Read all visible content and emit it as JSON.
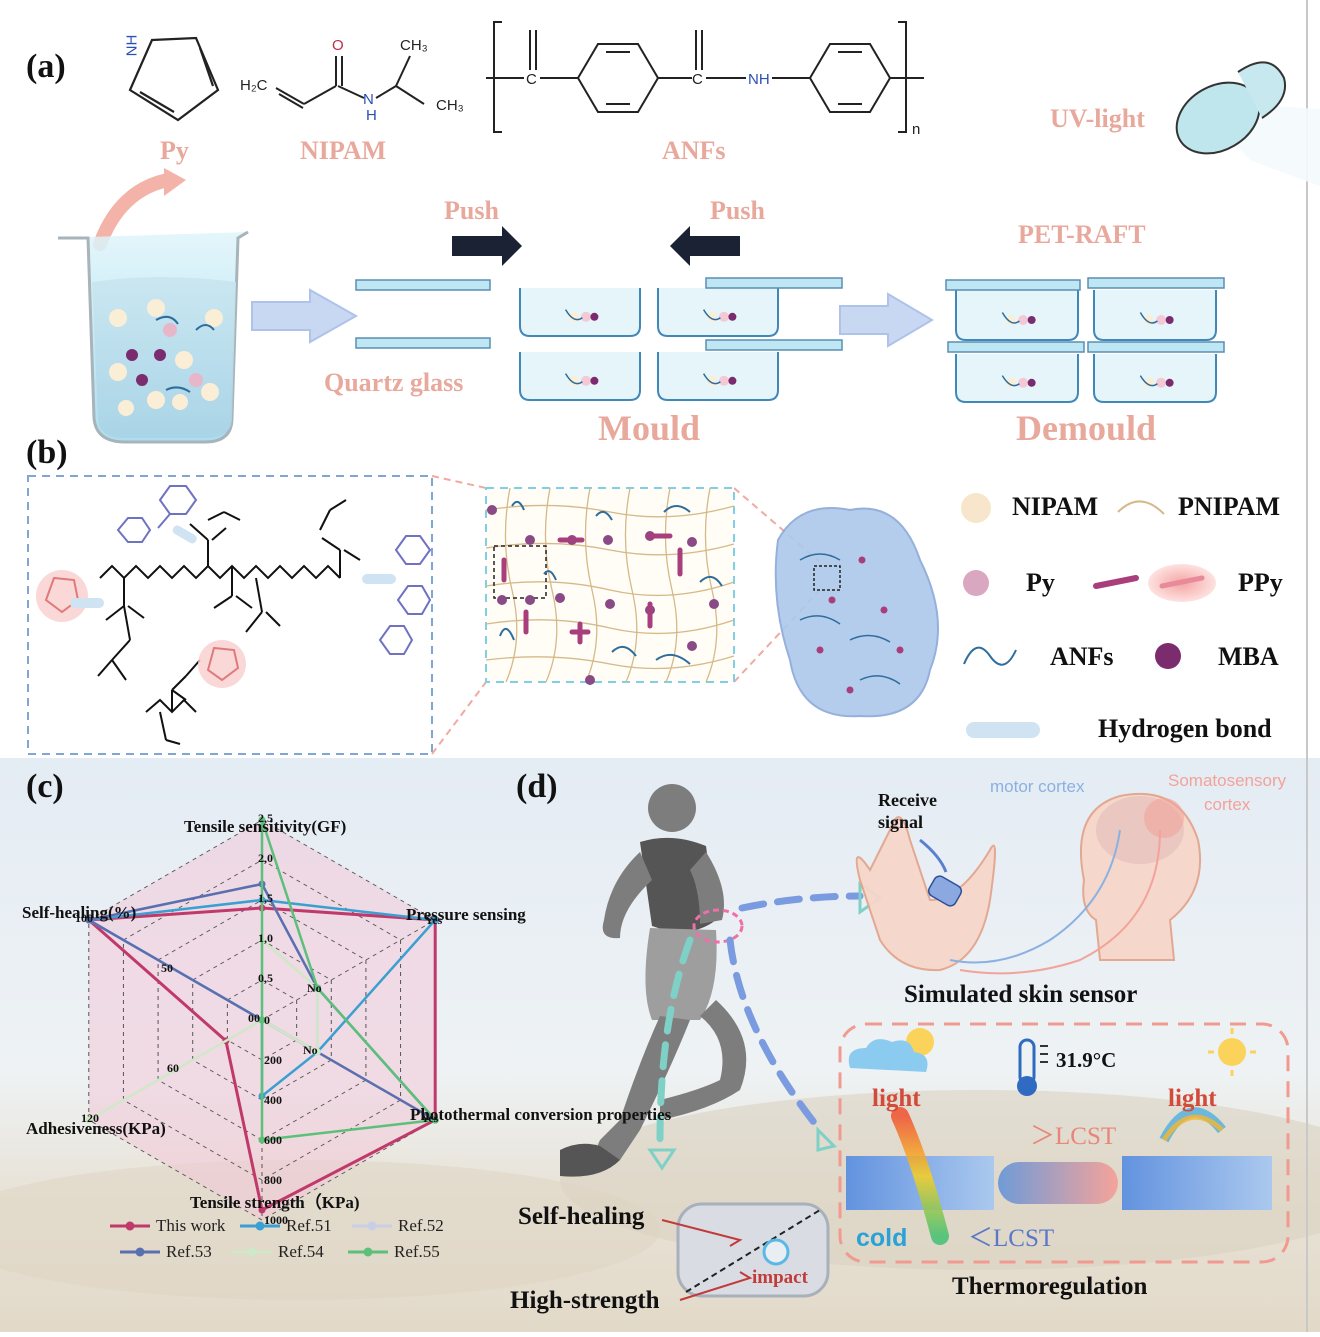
{
  "panels": {
    "a": "(a)",
    "b": "(b)",
    "c": "(c)",
    "d": "(d)"
  },
  "panel_a": {
    "monomers": {
      "py": "Py",
      "nipam": "NIPAM",
      "anfs": "ANFs"
    },
    "chem": {
      "nh": "NH",
      "h2c": "H₂C",
      "o": "O",
      "n": "N",
      "h": "H",
      "ch3a": "CH₃",
      "ch3b": "CH₃",
      "c1": "C",
      "c2": "C",
      "nh2": "NH",
      "n_sub": "n"
    },
    "uv_light": "UV-light",
    "push_left": "Push",
    "push_right": "Push",
    "pet_raft": "PET-RAFT",
    "quartz_glass": "Quartz glass",
    "mould": "Mould",
    "demould": "Demould"
  },
  "panel_b": {
    "legend": {
      "nipam": "NIPAM",
      "pnipam": "PNIPAM",
      "py": "Py",
      "ppy": "PPy",
      "anfs": "ANFs",
      "mba": "MBA",
      "hbond": "Hydrogen bond"
    },
    "colors": {
      "nipam": "#f7e6cc",
      "py": "#d9a8c0",
      "ppy": "#a83f7c",
      "anfs": "#2e6d9c",
      "mba": "#7a2c6e",
      "hbond": "#cfe3f3"
    }
  },
  "chart_data": {
    "type": "radar",
    "axes": [
      {
        "label": "Tensile sensitivity(GF)",
        "ticks": [
          "0,0",
          "0,5",
          "1,0",
          "1,5",
          "2,0",
          "2,5"
        ],
        "range": [
          0,
          2.5
        ]
      },
      {
        "label": "Pressure sensing",
        "ticks": [
          "No",
          "Yes"
        ],
        "range": [
          "No",
          "Yes"
        ]
      },
      {
        "label": "Photothermal conversion properties",
        "ticks": [
          "No",
          "Yes"
        ],
        "range": [
          "No",
          "Yes"
        ]
      },
      {
        "label": "Tensile strength（KPa)",
        "ticks": [
          "0",
          "200",
          "400",
          "600",
          "800",
          "1000"
        ],
        "range": [
          0,
          1000
        ]
      },
      {
        "label": "Adhesiveness(KPa)",
        "ticks": [
          "0",
          "60",
          "120"
        ],
        "range": [
          0,
          120
        ]
      },
      {
        "label": "Self-healing(%)",
        "ticks": [
          "0",
          "50",
          "100"
        ],
        "range": [
          0,
          100
        ]
      }
    ],
    "series": [
      {
        "name": "This work",
        "color": "#c0396b",
        "values": [
          1.4,
          1,
          1,
          950,
          25,
          100
        ]
      },
      {
        "name": "Ref.51",
        "color": "#3a9fd1",
        "values": [
          1.5,
          1,
          0,
          380,
          0,
          100
        ]
      },
      {
        "name": "Ref.52",
        "color": "#c9cde6",
        "values": [
          1.7,
          0,
          0,
          0,
          0,
          100
        ]
      },
      {
        "name": "Ref.53",
        "color": "#5a6fb0",
        "values": [
          1.7,
          0,
          1,
          0,
          0,
          100
        ]
      },
      {
        "name": "Ref.54",
        "color": "#cfe8c8",
        "values": [
          1.0,
          0,
          0,
          0,
          120,
          0
        ]
      },
      {
        "name": "Ref.55",
        "color": "#5cc07a",
        "values": [
          2.5,
          0,
          1,
          600,
          0,
          0
        ]
      }
    ],
    "grid": true,
    "legend_position": "bottom"
  },
  "panel_d": {
    "receive_signal": "Receive\nsignal",
    "motor_cortex": "motor cortex",
    "somatosensory": "Somatosensory",
    "cortex": "cortex",
    "simulated_skin": "Simulated skin sensor",
    "temp": "31.9°C",
    "light_left": "light",
    "light_right": "light",
    "gt_lcst": "＞LCST",
    "lt_lcst": "＜LCST",
    "cold": "cold",
    "thermoregulation": "Thermoregulation",
    "self_healing": "Self-healing",
    "high_strength": "High-strength",
    "impact": "impact"
  }
}
